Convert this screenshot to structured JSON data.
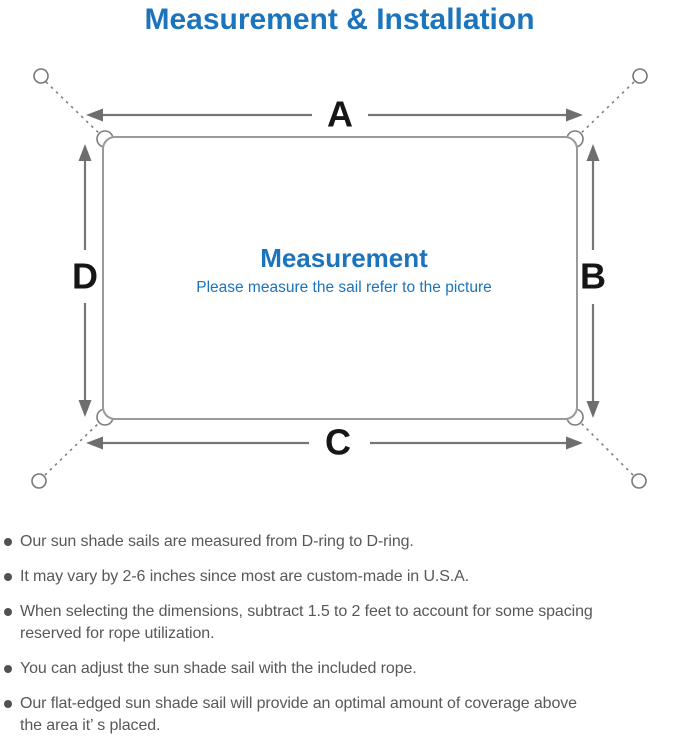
{
  "colors": {
    "accent_blue": "#1b74bc",
    "note_gray": "#58585a",
    "line_gray": "#7a7a7a",
    "label_black": "#161616"
  },
  "title": "Measurement & Installation",
  "diagram": {
    "center_title": "Measurement",
    "center_subtitle": "Please measure the sail refer to the picture",
    "labels": {
      "top": "A",
      "right": "B",
      "bottom": "C",
      "left": "D"
    }
  },
  "bullets": [
    {
      "lines": [
        "Our sun shade sails are measured from D-ring to D-ring."
      ]
    },
    {
      "lines": [
        "It may vary by 2-6 inches since most are custom-made in U.S.A."
      ]
    },
    {
      "lines": [
        "When selecting the dimensions, subtract 1.5 to 2 feet to account for some spacing",
        "reserved for rope utilization."
      ]
    },
    {
      "lines": [
        "You can adjust the sun shade sail with the included rope."
      ]
    },
    {
      "lines": [
        "Our flat-edged sun shade sail will provide an optimal amount of coverage above",
        "the area it’ s placed."
      ]
    }
  ]
}
